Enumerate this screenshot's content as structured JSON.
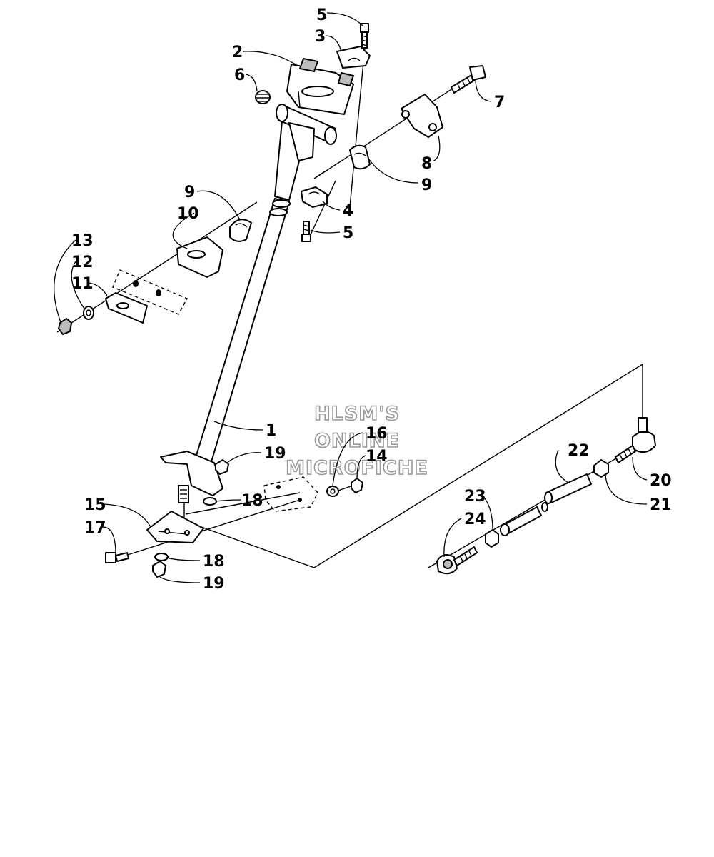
{
  "watermark": [
    "HLSM'S",
    "ONLINE",
    "MICROFICHE"
  ],
  "callouts": {
    "c1": "1",
    "c2": "2",
    "c3": "3",
    "c4": "4",
    "c5a": "5",
    "c5b": "5",
    "c6": "6",
    "c7": "7",
    "c8": "8",
    "c9a": "9",
    "c9b": "9",
    "c10": "10",
    "c11": "11",
    "c12": "12",
    "c13": "13",
    "c14": "14",
    "c15": "15",
    "c16": "16",
    "c17": "17",
    "c18a": "18",
    "c18b": "18",
    "c19a": "19",
    "c19b": "19",
    "c20": "20",
    "c21": "21",
    "c22": "22",
    "c23": "23",
    "c24": "24"
  }
}
